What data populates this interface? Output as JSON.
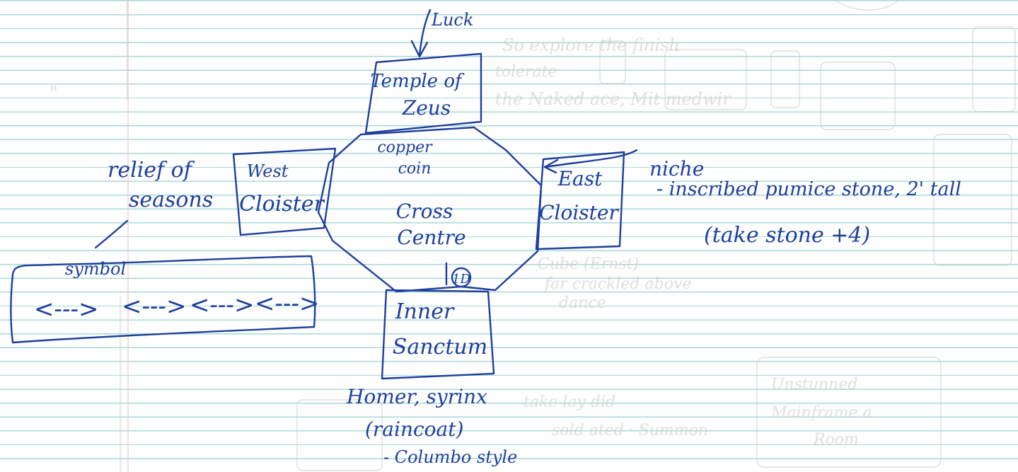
{
  "nodes": {
    "north": {
      "lines": [
        "Temple of",
        "Zeus"
      ]
    },
    "west": {
      "lines": [
        "West",
        "Cloister"
      ]
    },
    "east": {
      "lines": [
        "East",
        "Cloister"
      ]
    },
    "south": {
      "lines": [
        "Inner",
        "Sanctum"
      ]
    },
    "center": {
      "lines": [
        "Cross",
        "Centre"
      ]
    }
  },
  "center_note": {
    "lines": [
      "copper",
      "coin"
    ]
  },
  "center_marker": {
    "text": "1D"
  },
  "notes": {
    "top": {
      "text": "Luck"
    },
    "left": {
      "lines": [
        "relief of",
        "seasons"
      ]
    },
    "symbol_label": {
      "text": "symbol"
    },
    "symbol_arrows": [
      "<--->",
      "<--->",
      "<--->",
      "<--->"
    ],
    "right": {
      "lines": [
        "niche",
        "- inscribed pumice stone, 2' tall",
        "(take stone +4)"
      ]
    },
    "bottom": {
      "lines": [
        "Homer, syrinx",
        "(raincoat)",
        "- Columbo style"
      ]
    }
  },
  "ink_color": "#1f3f9c"
}
